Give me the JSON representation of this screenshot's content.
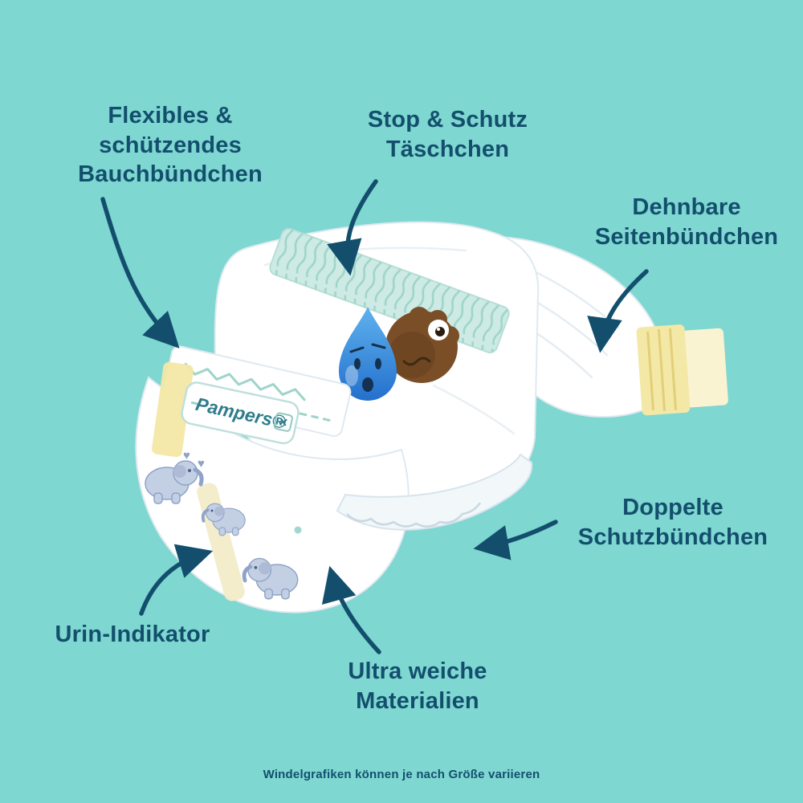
{
  "colors": {
    "bg": "#7ed7d1",
    "ink": "#134f6d",
    "mint": "#cdeae4",
    "mint-line": "#9fd4ca",
    "yellow": "#f3e8a6",
    "pale-yellow": "#faf3d2",
    "drop-blue-1": "#5fb2ee",
    "drop-blue-2": "#2470cd",
    "brown": "#7a4f28",
    "brown-dark": "#64401e",
    "elephant": "#c3cfe3",
    "elephant-line": "#8fa3c8",
    "elephant-dark": "#aebbd6",
    "diaper-edge": "#dfe9f0",
    "label-teal": "#2e7d8c"
  },
  "brand": {
    "logo": "Pampers®"
  },
  "icons": {
    "heart": "♥",
    "cross": "✕"
  },
  "labels": {
    "belly_band": "Flexibles &\nschützendes\nBauchbündchen",
    "pocket": "Stop & Schutz\nTäschchen",
    "side_bands": "Dehnbare\nSeitenbündchen",
    "protection_bands": "Doppelte\nSchutzbündchen",
    "urine_indicator": "Urin-Indikator",
    "soft_materials": "Ultra weiche\nMaterialien"
  },
  "footer": {
    "disclaimer": "Windelgrafiken können je nach Größe variieren"
  }
}
